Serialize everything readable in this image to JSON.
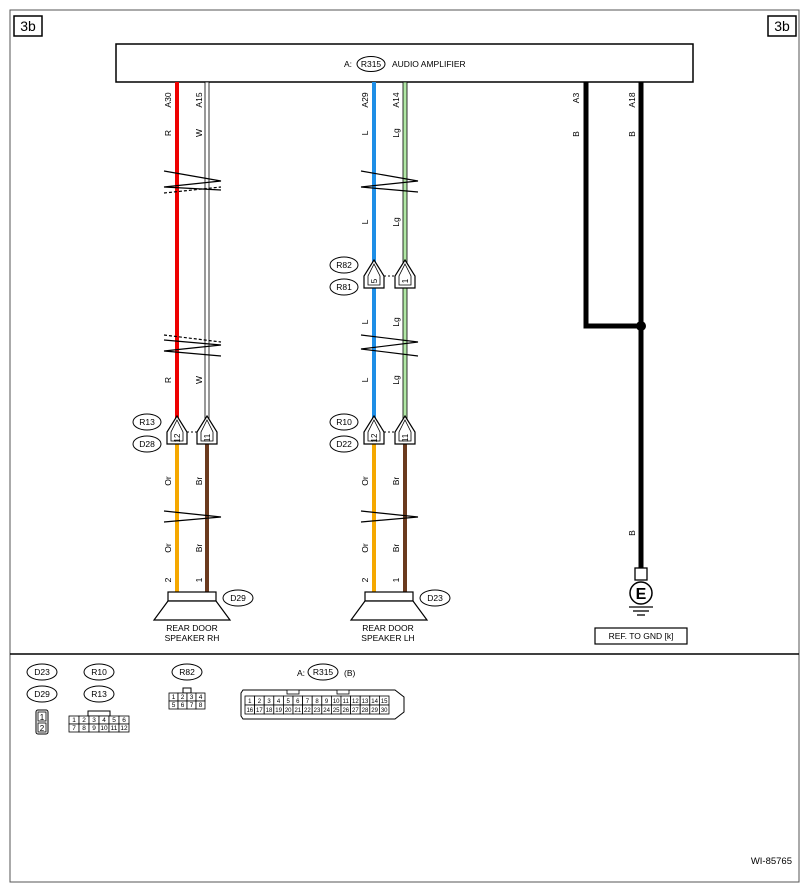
{
  "page_code": "3b",
  "figure_id": "WI-85765",
  "amplifier": {
    "prefix": "A:",
    "connector": "R315",
    "name": "AUDIO AMPLIFIER"
  },
  "colors": {
    "R": "#ee0000",
    "W": "#ffffff",
    "L": "#1e8ee6",
    "Lg": "#b2e8a6",
    "Or": "#f5a800",
    "Br": "#6b3a1e",
    "B": "#000000"
  },
  "circuits": [
    {
      "id": "rh",
      "speaker_connector": "D29",
      "speaker_line1": "REAR DOOR",
      "speaker_line2": "SPEAKER RH",
      "wires": [
        {
          "pin": "A30",
          "upper_color": "R",
          "lower_color": "Or",
          "inline_pin": "12",
          "speaker_pin": "2"
        },
        {
          "pin": "A15",
          "upper_color": "W",
          "lower_color": "Br",
          "inline_pin": "11",
          "speaker_pin": "1"
        }
      ],
      "inline_connector_top": "R13",
      "inline_connector_bottom": "D28"
    },
    {
      "id": "lh",
      "speaker_connector": "D23",
      "speaker_line1": "REAR DOOR",
      "speaker_line2": "SPEAKER LH",
      "wires": [
        {
          "pin": "A29",
          "upper_color": "L",
          "lower_color": "Or",
          "inline_pin": "12",
          "speaker_pin": "2",
          "mid_pin": "5"
        },
        {
          "pin": "A14",
          "upper_color": "Lg",
          "lower_color": "Br",
          "inline_pin": "11",
          "speaker_pin": "1",
          "mid_pin": "1"
        }
      ],
      "mid_connector_top": "R82",
      "mid_connector_bottom": "R81",
      "inline_connector_top": "R10",
      "inline_connector_bottom": "D22"
    }
  ],
  "ground": {
    "pins": [
      "A3",
      "A18"
    ],
    "color": "B",
    "symbol": "E",
    "ref_label": "REF. TO GND [k]"
  },
  "legend": {
    "speaker_connectors": [
      "D23",
      "D29"
    ],
    "speaker_pins": [
      "1",
      "2"
    ],
    "inline_connectors": [
      "R10",
      "R13"
    ],
    "inline_pins_top": [
      "1",
      "2",
      "3",
      "4",
      "5",
      "6"
    ],
    "inline_pins_bottom": [
      "7",
      "8",
      "9",
      "10",
      "11",
      "12"
    ],
    "mid_connector": "R82",
    "mid_pins_top": [
      "1",
      "2",
      "3",
      "4"
    ],
    "mid_pins_bottom": [
      "5",
      "6",
      "7",
      "8"
    ],
    "amp_prefix": "A:",
    "amp_connector": "R315",
    "amp_variant": "(B)",
    "amp_pins_top": [
      "1",
      "2",
      "3",
      "4",
      "5",
      "6",
      "7",
      "8",
      "9",
      "10",
      "11",
      "12",
      "13",
      "14",
      "15"
    ],
    "amp_pins_bottom": [
      "16",
      "17",
      "18",
      "19",
      "20",
      "21",
      "22",
      "23",
      "24",
      "25",
      "26",
      "27",
      "28",
      "29",
      "30"
    ]
  }
}
